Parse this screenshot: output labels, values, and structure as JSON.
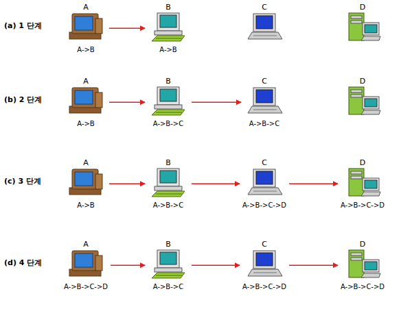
{
  "diagram": {
    "nodes": [
      {
        "text": [
          "A",
          "A->B"
        ]
      },
      {
        "text": [
          "B",
          "A->B"
        ]
      },
      {
        "text": [
          "C"
        ]
      },
      {
        "text": [
          "D"
        ]
      },
      {
        "text": [
          "A",
          "A->B"
        ]
      },
      {
        "text": [
          "B",
          "A->B->C"
        ]
      },
      {
        "text": [
          "C",
          "A->B->C"
        ]
      },
      {
        "text": [
          "D"
        ]
      },
      {
        "text": [
          "A",
          "A->B"
        ]
      },
      {
        "text": [
          "B",
          "A->B->C"
        ]
      },
      {
        "text": [
          "C",
          "A->B->C->D"
        ]
      },
      {
        "text": [
          "D",
          "A->B->C->D"
        ]
      },
      {
        "text": [
          "A",
          "A->B->C->D"
        ]
      },
      {
        "text": [
          "B",
          "A->B->C"
        ]
      },
      {
        "text": [
          "C",
          "A->B->C->D"
        ]
      },
      {
        "text": [
          "D",
          "A->B->C->D"
        ]
      }
    ],
    "edges": [
      {
        "from": 0,
        "to": 1,
        "arrow": "to"
      },
      {
        "from": 4,
        "to": 5,
        "arrow": "to"
      },
      {
        "from": 5,
        "to": 6,
        "arrow": "to"
      },
      {
        "from": 8,
        "to": 9,
        "arrow": "to"
      },
      {
        "from": 9,
        "to": 10,
        "arrow": "to"
      },
      {
        "from": 10,
        "to": 11,
        "arrow": "to"
      },
      {
        "from": 12,
        "to": 13,
        "arrow": "to"
      },
      {
        "from": 13,
        "to": 14,
        "arrow": "to"
      },
      {
        "from": 14,
        "to": 15,
        "arrow": "to"
      }
    ],
    "labels": [
      "(a) 1 단계",
      "(b) 2 단계",
      "(c) 3 단계",
      "(d) 4 단계"
    ]
  }
}
